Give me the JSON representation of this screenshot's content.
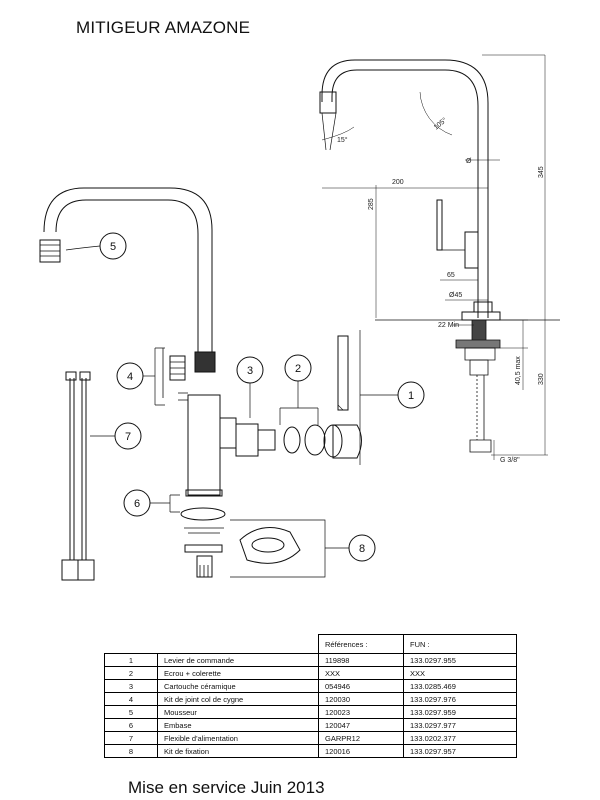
{
  "header": {
    "title": "MITIGEUR AMAZONE"
  },
  "dimensions": {
    "angle_spout": "15°",
    "angle_swivel": "105°",
    "diameter": "Ø",
    "reach": "200",
    "height_body": "285",
    "height_total": "345",
    "lever_offset": "65",
    "base_diameter": "Ø45",
    "counter_min": "22 Min",
    "thickness_max": "40,5 max",
    "hose_length": "330",
    "thread": "G 3/8\""
  },
  "callouts": [
    "1",
    "2",
    "3",
    "4",
    "5",
    "6",
    "7",
    "8"
  ],
  "table": {
    "headers": {
      "ref": "Références :",
      "fun": "FUN :"
    },
    "rows": [
      {
        "num": "1",
        "designation": "Levier de commande",
        "ref": "119898",
        "fun": "133.0297.955"
      },
      {
        "num": "2",
        "designation": "Ecrou + colerette",
        "ref": "XXX",
        "fun": "XXX"
      },
      {
        "num": "3",
        "designation": "Cartouche céramique",
        "ref": "054946",
        "fun": "133.0285.469"
      },
      {
        "num": "4",
        "designation": "Kit de joint col de cygne",
        "ref": "120030",
        "fun": "133.0297.976"
      },
      {
        "num": "5",
        "designation": "Mousseur",
        "ref": "120023",
        "fun": "133.0297.959"
      },
      {
        "num": "6",
        "designation": "Embase",
        "ref": "120047",
        "fun": "133.0297.977"
      },
      {
        "num": "7",
        "designation": "Flexible d'alimentation",
        "ref": "GARPR12",
        "fun": "133.0202.377"
      },
      {
        "num": "8",
        "designation": "Kit de fixation",
        "ref": "120016",
        "fun": "133.0297.957"
      }
    ]
  },
  "footer": {
    "text": "Mise en service Juin 2013"
  }
}
